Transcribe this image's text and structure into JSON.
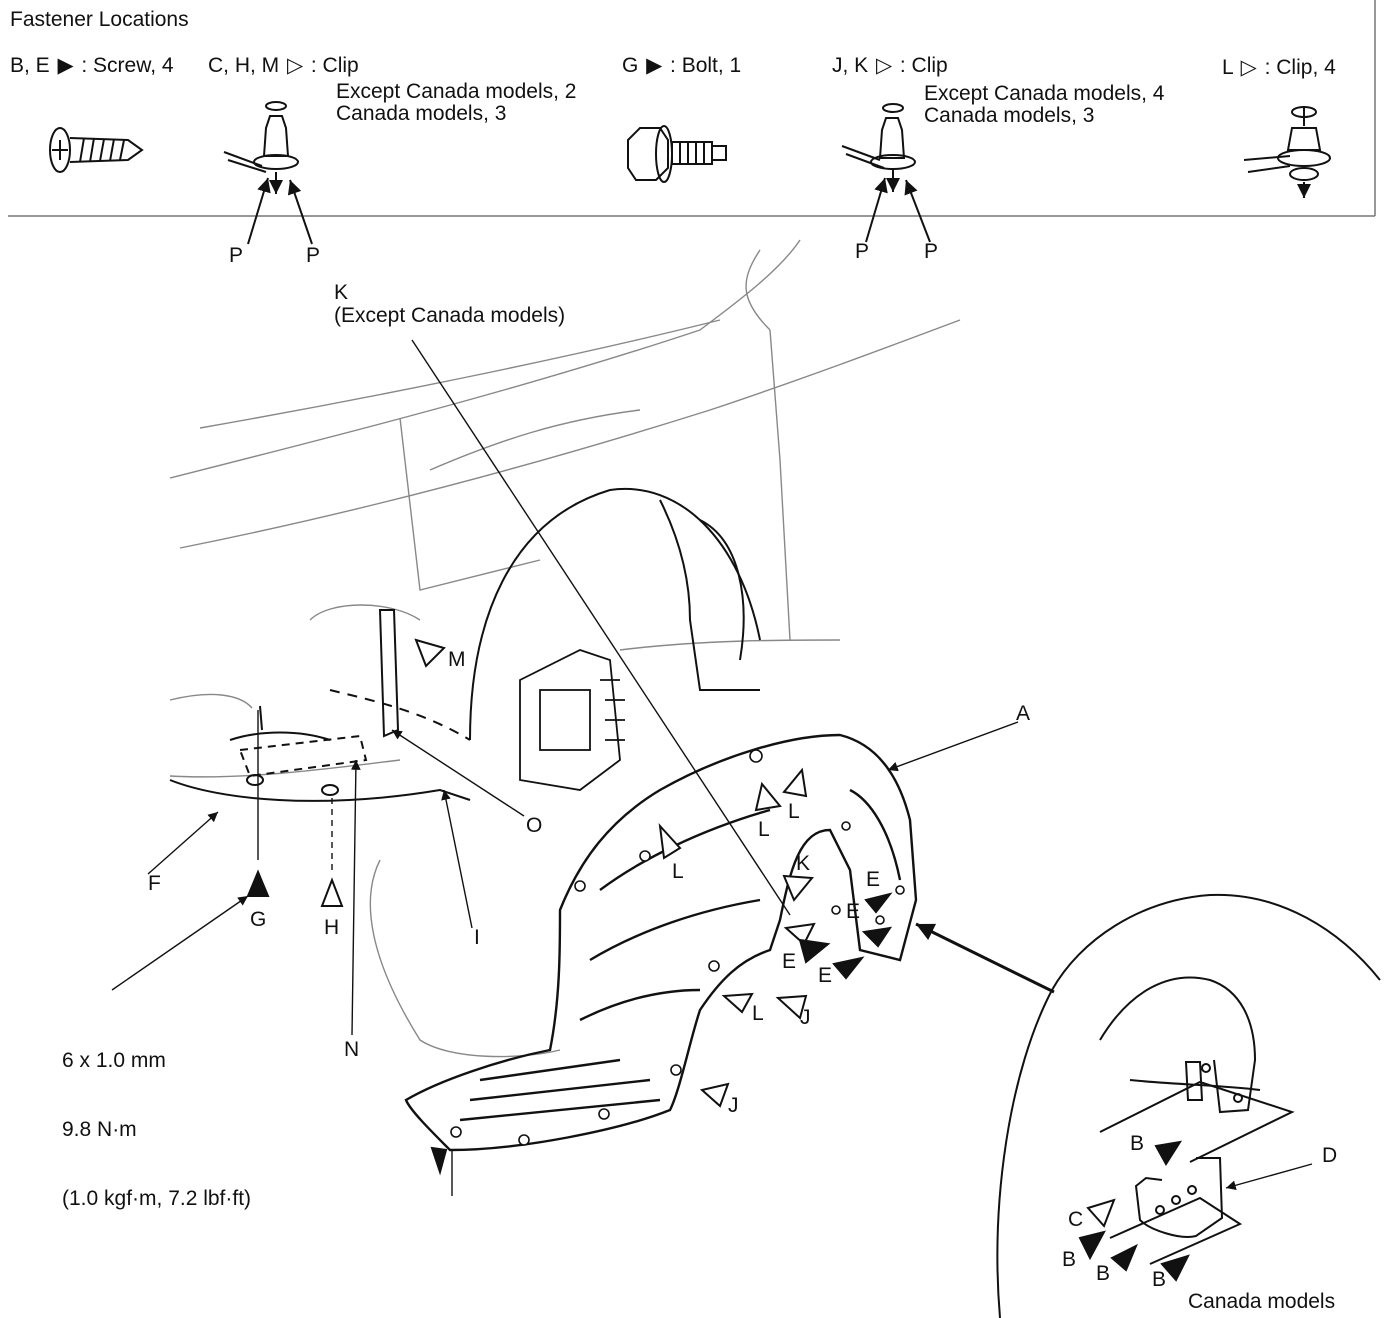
{
  "header": {
    "title": "Fastener Locations"
  },
  "fasteners": [
    {
      "ids": "B, E",
      "symbol": "filled-triangle-icon",
      "glyph": "▶",
      "desc": ": Screw, 4",
      "notes": []
    },
    {
      "ids": "C, H, M",
      "symbol": "open-triangle-icon",
      "glyph": "▷",
      "desc": ": Clip",
      "notes": [
        "Except Canada models, 2",
        "Canada models, 3"
      ]
    },
    {
      "ids": "G",
      "symbol": "filled-triangle-icon",
      "glyph": "▶",
      "desc": ": Bolt, 1",
      "notes": []
    },
    {
      "ids": "J, K",
      "symbol": "open-triangle-icon",
      "glyph": "▷",
      "desc": ": Clip",
      "notes": [
        "Except Canada models, 4",
        "Canada models, 3"
      ]
    },
    {
      "ids": "L",
      "symbol": "open-triangle-icon",
      "glyph": "▷",
      "desc": ": Clip, 4",
      "notes": []
    }
  ],
  "clip_pointer_label": "P",
  "callouts": {
    "A": "A",
    "C": "C",
    "D": "D",
    "F": "F",
    "G": "G",
    "H": "H",
    "I": "I",
    "J": "J",
    "L": "L",
    "M": "M",
    "N": "N",
    "O": "O",
    "E": "E",
    "B": "B",
    "K_short": "K",
    "K_note": "K\n(Except Canada models)"
  },
  "torque_spec": {
    "size": "6 x 1.0 mm",
    "torque_nm": "9.8 N·m",
    "torque_alt": "(1.0 kgf·m, 7.2 lbf·ft)"
  },
  "inset": {
    "caption": "Canada models"
  }
}
